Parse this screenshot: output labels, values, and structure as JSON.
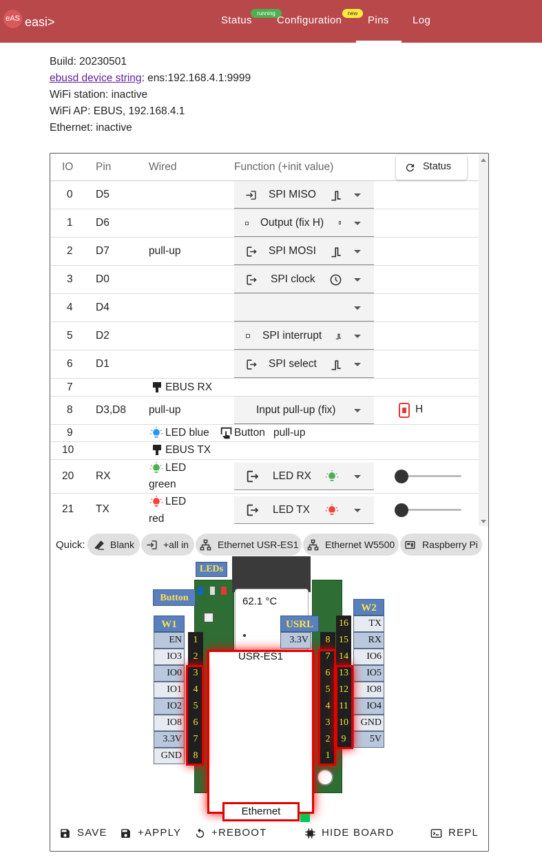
{
  "app": {
    "logo_mark": "eAS",
    "logo_text": "easi>"
  },
  "nav": {
    "items": [
      {
        "label": "Status",
        "badge": "running"
      },
      {
        "label": "Configuration",
        "badge": "new"
      },
      {
        "label": "Pins"
      },
      {
        "label": "Log"
      }
    ],
    "active": "Pins"
  },
  "info": {
    "build": "Build: 20230501",
    "ebusd_link": "ebusd device string",
    "ebusd_value": ": ens:192.168.4.1:9999",
    "wifi_station": "WiFi station: inactive",
    "wifi_ap": "WiFi AP: EBUS, 192.168.4.1",
    "ethernet": "Ethernet: inactive"
  },
  "table": {
    "headers": {
      "io": "IO",
      "pin": "Pin",
      "wired": "Wired",
      "function": "Function (+init value)",
      "status_button": "Status"
    },
    "rows": [
      {
        "io": "0",
        "pin": "D5",
        "wired": "",
        "function": "SPI MISO"
      },
      {
        "io": "1",
        "pin": "D6",
        "wired": "",
        "function": "Output (fix H)"
      },
      {
        "io": "2",
        "pin": "D7",
        "wired": "pull-up",
        "function": "SPI MOSI"
      },
      {
        "io": "3",
        "pin": "D0",
        "wired": "",
        "function": "SPI clock"
      },
      {
        "io": "4",
        "pin": "D4",
        "wired": "",
        "function": ""
      },
      {
        "io": "5",
        "pin": "D2",
        "wired": "",
        "function": "SPI interrupt"
      },
      {
        "io": "6",
        "pin": "D1",
        "wired": "",
        "function": "SPI select"
      },
      {
        "io": "7",
        "pin": "",
        "wired": "EBUS RX",
        "function": ""
      },
      {
        "io": "8",
        "pin": "D3,D8",
        "wired": "pull-up",
        "function": "Input pull-up (fix)",
        "status": "H"
      },
      {
        "io": "9",
        "pin": "",
        "wired": "LED blue",
        "wired_extra": "Button",
        "wired_extra2": "pull-up",
        "function": ""
      },
      {
        "io": "10",
        "pin": "",
        "wired": "EBUS TX",
        "function": ""
      },
      {
        "io": "20",
        "pin": "RX",
        "wired": "LED",
        "wired_line2": "green",
        "function": "LED RX",
        "slider": 0
      },
      {
        "io": "21",
        "pin": "TX",
        "wired": "LED",
        "wired_line2": "red",
        "function": "LED TX",
        "slider": 0
      }
    ]
  },
  "quick": {
    "label": "Quick:",
    "chips": [
      "Blank",
      "+all in",
      "Ethernet USR-ES1",
      "Ethernet W5500",
      "Raspberry Pi"
    ]
  },
  "board": {
    "leds_label": "LEDs",
    "button_label": "Button",
    "temperature": "62.1 °C",
    "module_name": "USR-ES1",
    "ethernet_label": "Ethernet",
    "w1": {
      "title": "W1",
      "labels": [
        "EN",
        "IO3",
        "IO0",
        "IO1",
        "IO2",
        "IO8",
        "3.3V",
        "GND"
      ],
      "numbers": [
        "1",
        "2",
        "3",
        "4",
        "5",
        "6",
        "7",
        "8"
      ]
    },
    "usrl": {
      "title": "USRL",
      "labels": [
        "3.3V"
      ],
      "numbers": [
        "8",
        "7",
        "6",
        "5",
        "4",
        "3",
        "2",
        "1"
      ]
    },
    "w2": {
      "title": "W2",
      "labels": [
        "TX",
        "RX",
        "IO6",
        "IO5",
        "IO8",
        "IO4",
        "GND",
        "5V"
      ],
      "numbers": [
        "16",
        "15",
        "14",
        "13",
        "12",
        "11",
        "10",
        "9"
      ]
    }
  },
  "actions": {
    "save": "SAVE",
    "apply": "+APPLY",
    "reboot": "+REBOOT",
    "hide_board": "HIDE BOARD",
    "repl": "REPL"
  },
  "colors": {
    "appbar": "#b9484a",
    "badge_running": "#4caf50",
    "badge_new": "#ffeb3b",
    "highlight_red": "#e00000",
    "pin_label_bg": "#b9c8dc",
    "led_blue": "#2196f3",
    "led_green": "#4caf50",
    "led_red": "#f44336"
  }
}
